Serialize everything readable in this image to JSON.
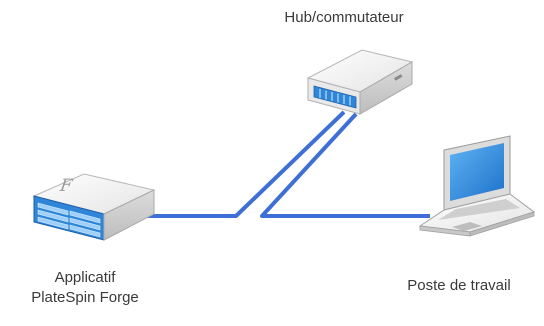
{
  "diagram": {
    "hub_label": "Hub/commutateur",
    "appliance_label_line1": "Applicatif",
    "appliance_label_line2": "PlateSpin Forge",
    "appliance_logo_letter": "F",
    "workstation_label": "Poste de travail"
  },
  "colors": {
    "link": "#3d6fd6",
    "device_body": "#f2f2f2",
    "device_front": "#2f86d8",
    "text": "#3a3a3a"
  },
  "icons": [
    "switch-icon",
    "appliance-icon",
    "laptop-icon"
  ]
}
